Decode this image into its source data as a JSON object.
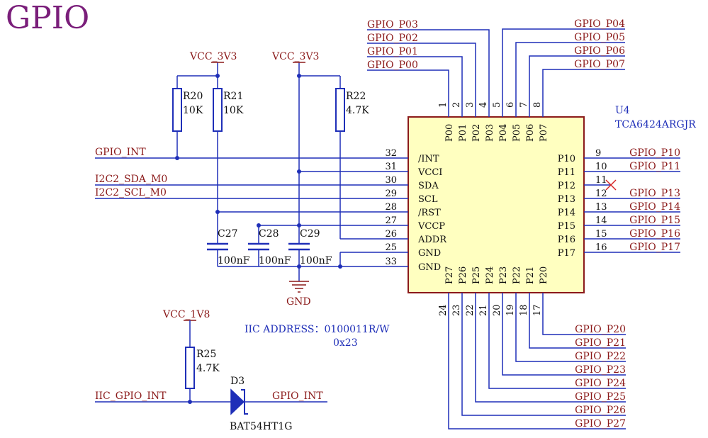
{
  "title": "GPIO",
  "chip": {
    "ref": "U4",
    "part": "TCA6424ARGJR",
    "top_pins": [
      {
        "num": "1",
        "name": "P00",
        "net": "GPIO_P00"
      },
      {
        "num": "2",
        "name": "P01",
        "net": "GPIO_P01"
      },
      {
        "num": "3",
        "name": "P02",
        "net": "GPIO_P02"
      },
      {
        "num": "4",
        "name": "P03",
        "net": "GPIO_P03"
      },
      {
        "num": "5",
        "name": "P04",
        "net": "GPIO_P04"
      },
      {
        "num": "6",
        "name": "P05",
        "net": "GPIO_P05"
      },
      {
        "num": "7",
        "name": "P06",
        "net": "GPIO_P06"
      },
      {
        "num": "8",
        "name": "P07",
        "net": "GPIO_P07"
      }
    ],
    "left_pins": [
      {
        "num": "32",
        "name": "/INT"
      },
      {
        "num": "31",
        "name": "VCCI"
      },
      {
        "num": "30",
        "name": "SDA"
      },
      {
        "num": "29",
        "name": "SCL"
      },
      {
        "num": "28",
        "name": "/RST"
      },
      {
        "num": "27",
        "name": "VCCP"
      },
      {
        "num": "26",
        "name": "ADDR"
      },
      {
        "num": "25",
        "name": "GND"
      },
      {
        "num": "33",
        "name": "GND"
      }
    ],
    "right_pins": [
      {
        "num": "9",
        "name": "P10",
        "net": "GPIO_P10"
      },
      {
        "num": "10",
        "name": "P11",
        "net": "GPIO_P11"
      },
      {
        "num": "11",
        "name": "P12",
        "net": ""
      },
      {
        "num": "12",
        "name": "P13",
        "net": "GPIO_P13"
      },
      {
        "num": "13",
        "name": "P14",
        "net": "GPIO_P14"
      },
      {
        "num": "14",
        "name": "P15",
        "net": "GPIO_P15"
      },
      {
        "num": "15",
        "name": "P16",
        "net": "GPIO_P16"
      },
      {
        "num": "16",
        "name": "P17",
        "net": "GPIO_P17"
      }
    ],
    "bottom_pins": [
      {
        "num": "24",
        "name": "P27",
        "net": "GPIO_P27"
      },
      {
        "num": "23",
        "name": "P26",
        "net": "GPIO_P26"
      },
      {
        "num": "22",
        "name": "P25",
        "net": "GPIO_P25"
      },
      {
        "num": "21",
        "name": "P24",
        "net": "GPIO_P24"
      },
      {
        "num": "20",
        "name": "P23",
        "net": "GPIO_P23"
      },
      {
        "num": "19",
        "name": "P22",
        "net": "GPIO_P22"
      },
      {
        "num": "18",
        "name": "P21",
        "net": "GPIO_P21"
      },
      {
        "num": "17",
        "name": "P20",
        "net": "GPIO_P20"
      }
    ]
  },
  "nets": {
    "vcc_3v3_a": "VCC_3V3",
    "vcc_3v3_b": "VCC_3V3",
    "vcc_1v8": "VCC_1V8",
    "gnd": "GND",
    "gpio_int": "GPIO_INT",
    "i2c_sda": "I2C2_SDA_M0",
    "i2c_scl": "I2C2_SCL_M0",
    "iic_gpio_int": "IIC_GPIO_INT",
    "gpio_int_out": "GPIO_INT"
  },
  "components": {
    "r20": {
      "ref": "R20",
      "value": "10K"
    },
    "r21": {
      "ref": "R21",
      "value": "10K"
    },
    "r22": {
      "ref": "R22",
      "value": "4.7K"
    },
    "r25": {
      "ref": "R25",
      "value": "4.7K"
    },
    "c27": {
      "ref": "C27",
      "value": "100nF"
    },
    "c28": {
      "ref": "C28",
      "value": "100nF"
    },
    "c29": {
      "ref": "C29",
      "value": "100nF"
    },
    "d3": {
      "ref": "D3",
      "value": "BAT54HT1G"
    }
  },
  "note": {
    "label": "IIC ADDRESS：0100011R/W",
    "hex": "0x23"
  },
  "colors": {
    "wire": "#1f2fb8",
    "net_label": "#8b1a1a",
    "chip_fill": "#ffffc0",
    "chip_border": "#8b1a1a",
    "title": "#7a1e7a"
  }
}
